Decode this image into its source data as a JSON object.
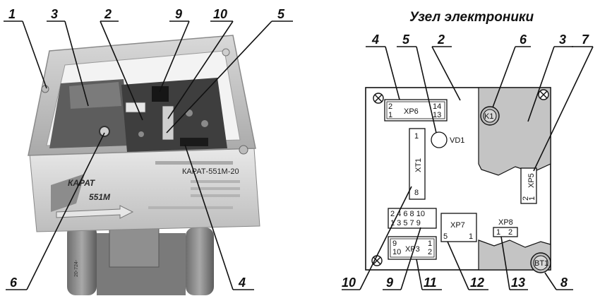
{
  "diagram": {
    "title": "Узел электроники",
    "photo_callouts": [
      "1",
      "3",
      "2",
      "9",
      "10",
      "5",
      "6",
      "4"
    ],
    "board_callouts": [
      "4",
      "5",
      "2",
      "6",
      "3",
      "7",
      "10",
      "9",
      "11",
      "12",
      "13",
      "8"
    ],
    "device_label": {
      "brand_line1": "КАРАТ",
      "brand_line2": "551M",
      "model": "КАРАТ-551М-20",
      "side_text": "20-724-"
    },
    "board": {
      "xp6": {
        "name": "XP6",
        "pins": [
          "2",
          "1",
          "14",
          "13"
        ]
      },
      "vd1": {
        "name": "VD1"
      },
      "xt1": {
        "name": "XT1",
        "pins": [
          "1",
          "8"
        ]
      },
      "xp5": {
        "name": "XP5",
        "pins": [
          "2",
          "1"
        ]
      },
      "k1": {
        "name": "K1"
      },
      "pinrow": {
        "top": "2 4 6 8 10",
        "bottom": "1 3 5 7 9"
      },
      "xp7": {
        "name": "XP7",
        "pins": [
          "5",
          "1"
        ]
      },
      "xp8": {
        "name": "XP8",
        "pins": [
          "1",
          "2"
        ]
      },
      "xp3": {
        "name": "XP3",
        "pins": [
          "9",
          "10",
          "1",
          "2"
        ]
      },
      "bt1": {
        "name": "BT1"
      }
    }
  }
}
